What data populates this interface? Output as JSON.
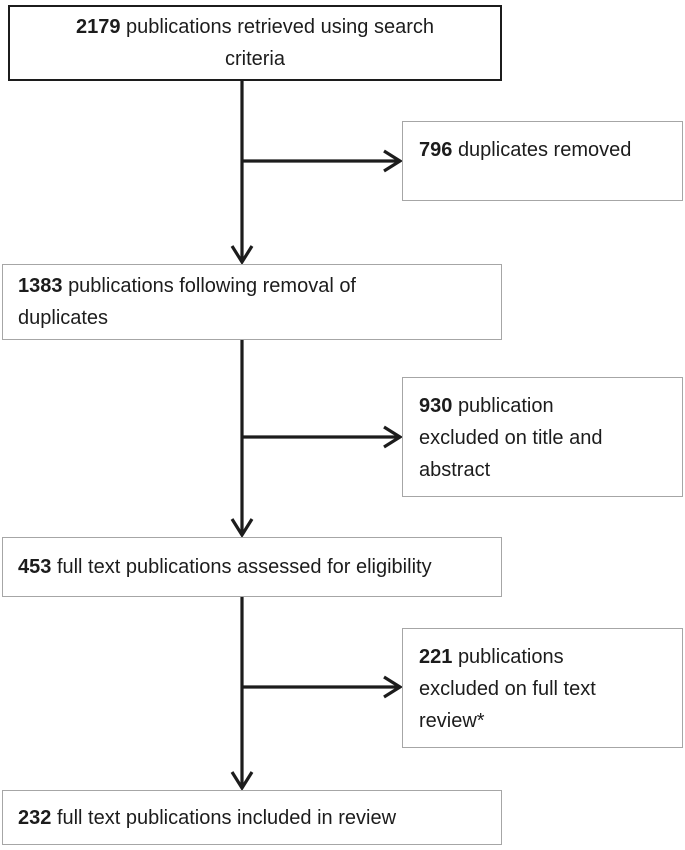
{
  "flow": {
    "boxes": {
      "retrieved": {
        "number": "2179",
        "text": "publications retrieved using search criteria"
      },
      "duplicates_removed": {
        "number": "796",
        "text": "duplicates removed"
      },
      "after_duplicates": {
        "number": "1383",
        "text": "publications following removal of duplicates"
      },
      "excluded_title_abstract": {
        "number": "930",
        "text": "publication excluded on title and abstract"
      },
      "assessed": {
        "number": "453",
        "text": "full text publications assessed for eligibility"
      },
      "excluded_full_text": {
        "number": "221",
        "text": "publications excluded on full text review*"
      },
      "included": {
        "number": "232",
        "text": "full text publications included in review"
      }
    },
    "colors": {
      "main_border": "#1c1c1c",
      "light_border": "#a6a6a6",
      "arrow": "#1c1c1c",
      "text": "#1c1c1c",
      "background": "#ffffff"
    }
  }
}
